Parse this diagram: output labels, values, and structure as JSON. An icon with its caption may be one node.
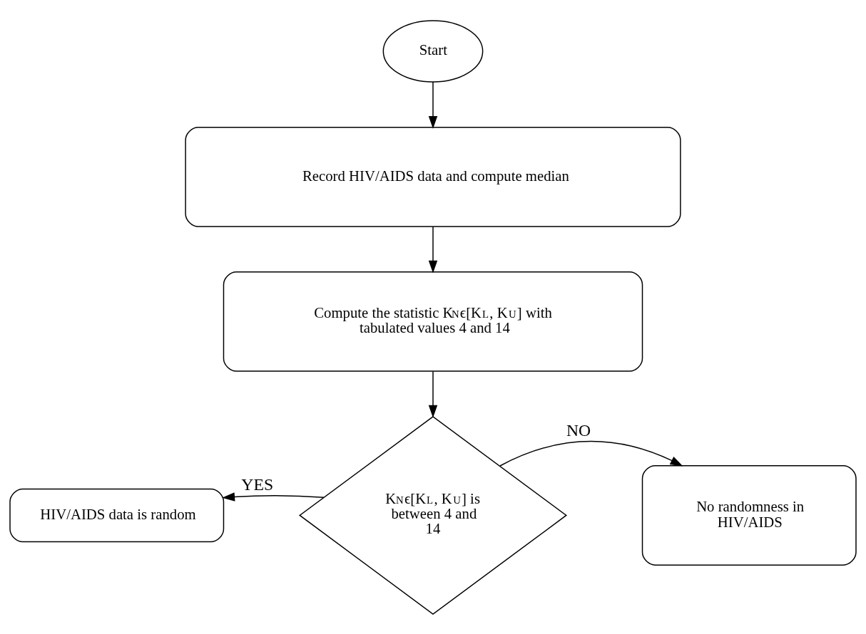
{
  "diagram": {
    "nodes": [
      {
        "text": [
          "Start"
        ]
      },
      {
        "text": [
          "Record HIV/AIDS data and compute median"
        ]
      },
      {
        "text": [
          "Compute the statistic K$_{N}$ϵ[K$_{L}$, K$_{U}$] with tabulated values 4 and 14"
        ]
      },
      {
        "text": [
          "K$_{N}$ϵ[K$_{L}$, K$_{U}$] is between 4 and 14"
        ]
      },
      {
        "text": [
          "HIV/AIDS data is random"
        ]
      },
      {
        "text": [
          "No randomness in HIV/AIDS"
        ]
      }
    ],
    "edges": [
      {
        "from": 0,
        "to": 1,
        "arrow": "to"
      },
      {
        "from": 1,
        "to": 2,
        "arrow": "to"
      },
      {
        "from": 2,
        "to": 3,
        "arrow": "to"
      },
      {
        "from": 3,
        "to": 4,
        "arrow": "to",
        "label": "YES"
      },
      {
        "from": 3,
        "to": 5,
        "arrow": "to",
        "label": "NO"
      }
    ]
  }
}
